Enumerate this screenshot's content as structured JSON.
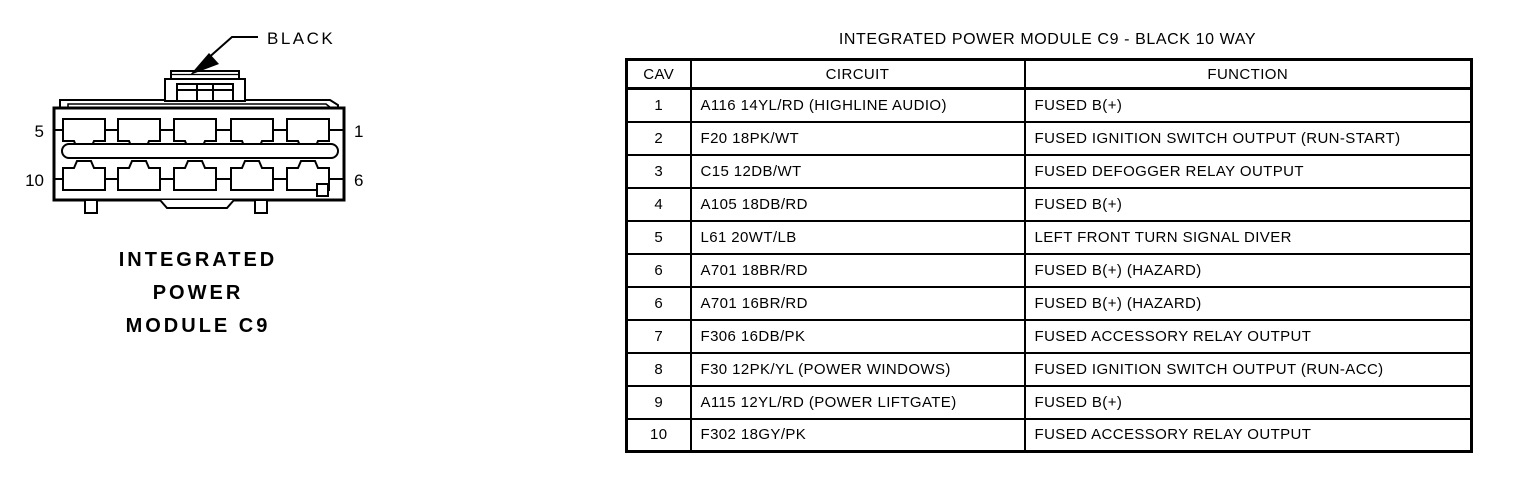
{
  "page": {
    "background": "#ffffff",
    "ink": "#000000"
  },
  "connector": {
    "color_label": "BLACK",
    "pin_labels": {
      "top_left": "5",
      "top_right": "1",
      "bottom_left": "10",
      "bottom_right": "6"
    },
    "caption_lines": {
      "0": "INTEGRATED",
      "1": "POWER",
      "2": "MODULE C9"
    }
  },
  "table": {
    "title": "INTEGRATED POWER MODULE C9 - BLACK 10 WAY",
    "columns": {
      "0": "CAV",
      "1": "CIRCUIT",
      "2": "FUNCTION"
    },
    "rows": [
      {
        "cav": "1",
        "circuit": "A116 14YL/RD (HIGHLINE AUDIO)",
        "function": "FUSED B(+)"
      },
      {
        "cav": "2",
        "circuit": "F20 18PK/WT",
        "function": "FUSED IGNITION SWITCH OUTPUT (RUN-START)"
      },
      {
        "cav": "3",
        "circuit": "C15 12DB/WT",
        "function": "FUSED DEFOGGER RELAY OUTPUT"
      },
      {
        "cav": "4",
        "circuit": "A105 18DB/RD",
        "function": "FUSED B(+)"
      },
      {
        "cav": "5",
        "circuit": "L61 20WT/LB",
        "function": "LEFT FRONT TURN SIGNAL DIVER"
      },
      {
        "cav": "6",
        "circuit": "A701 18BR/RD",
        "function": "FUSED B(+) (HAZARD)"
      },
      {
        "cav": "6",
        "circuit": "A701 16BR/RD",
        "function": "FUSED B(+) (HAZARD)"
      },
      {
        "cav": "7",
        "circuit": "F306 16DB/PK",
        "function": "FUSED ACCESSORY RELAY OUTPUT"
      },
      {
        "cav": "8",
        "circuit": "F30 12PK/YL (POWER WINDOWS)",
        "function": "FUSED IGNITION SWITCH OUTPUT (RUN-ACC)"
      },
      {
        "cav": "9",
        "circuit": "A115 12YL/RD (POWER LIFTGATE)",
        "function": "FUSED B(+)"
      },
      {
        "cav": "10",
        "circuit": "F302 18GY/PK",
        "function": "FUSED ACCESSORY RELAY OUTPUT"
      }
    ]
  }
}
